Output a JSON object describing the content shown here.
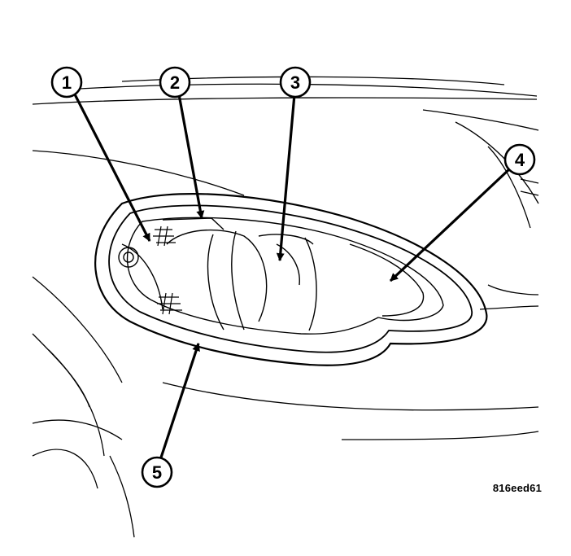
{
  "callouts": [
    {
      "number": "1"
    },
    {
      "number": "2"
    },
    {
      "number": "3"
    },
    {
      "number": "4"
    },
    {
      "number": "5"
    }
  ],
  "figure_code": "816eed61",
  "colors": {
    "line": "#000000",
    "background": "#ffffff"
  }
}
